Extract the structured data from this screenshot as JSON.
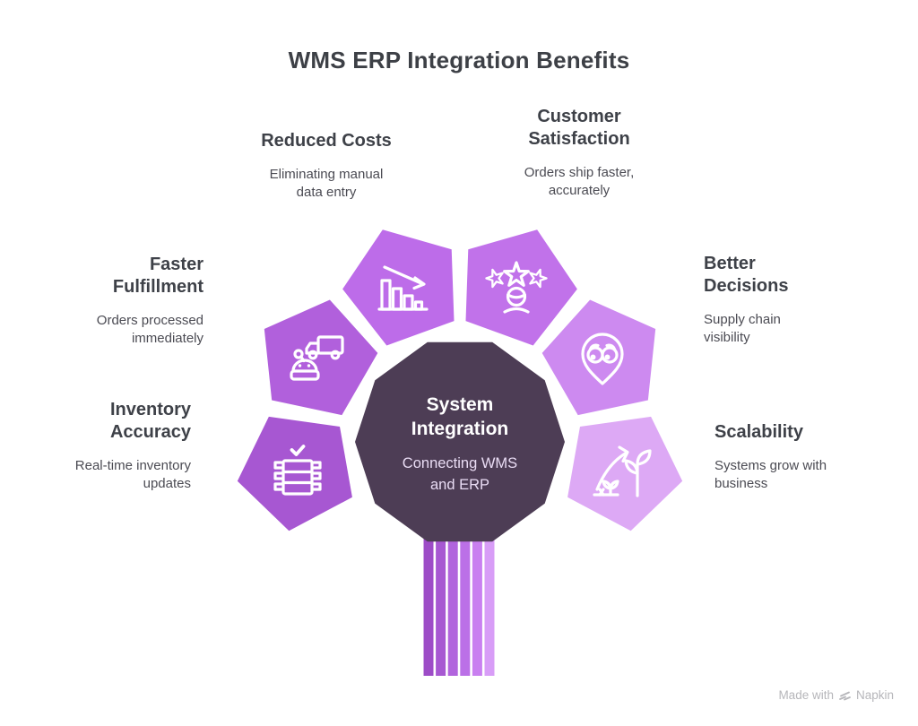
{
  "title": "WMS ERP Integration Benefits",
  "center_node": {
    "heading": "System\nIntegration",
    "subtext": "Connecting WMS\nand ERP",
    "fill": "#4d3d55"
  },
  "benefits": [
    {
      "id": "reduced-costs",
      "heading": "Reduced Costs",
      "subtext": "Eliminating manual\ndata entry",
      "fill": "#bd6ce9",
      "icon": "declining-bar-chart-icon"
    },
    {
      "id": "customer-satisfaction",
      "heading": "Customer\nSatisfaction",
      "subtext": "Orders ship faster,\naccurately",
      "fill": "#c172ea",
      "icon": "star-rating-person-icon"
    },
    {
      "id": "faster-fulfillment",
      "heading": "Faster\nFulfillment",
      "subtext": "Orders processed\nimmediately",
      "fill": "#b160dc",
      "icon": "robot-delivery-truck-icon"
    },
    {
      "id": "better-decisions",
      "heading": "Better\nDecisions",
      "subtext": "Supply chain\nvisibility",
      "fill": "#cd8af0",
      "icon": "binoculars-map-pin-icon"
    },
    {
      "id": "inventory-accuracy",
      "heading": "Inventory\nAccuracy",
      "subtext": "Real-time inventory\nupdates",
      "fill": "#a757d2",
      "icon": "checked-inventory-rack-icon"
    },
    {
      "id": "scalability",
      "heading": "Scalability",
      "subtext": "Systems grow with\nbusiness",
      "fill": "#dda9f5",
      "icon": "growth-plant-arrow-icon"
    }
  ],
  "trunk": {
    "stripe_colors": [
      "#9d4cc7",
      "#a758d2",
      "#b164dd",
      "#bb70e7",
      "#c97ff0",
      "#d89df7"
    ]
  },
  "watermark": {
    "prefix": "Made with",
    "brand": "Napkin"
  }
}
